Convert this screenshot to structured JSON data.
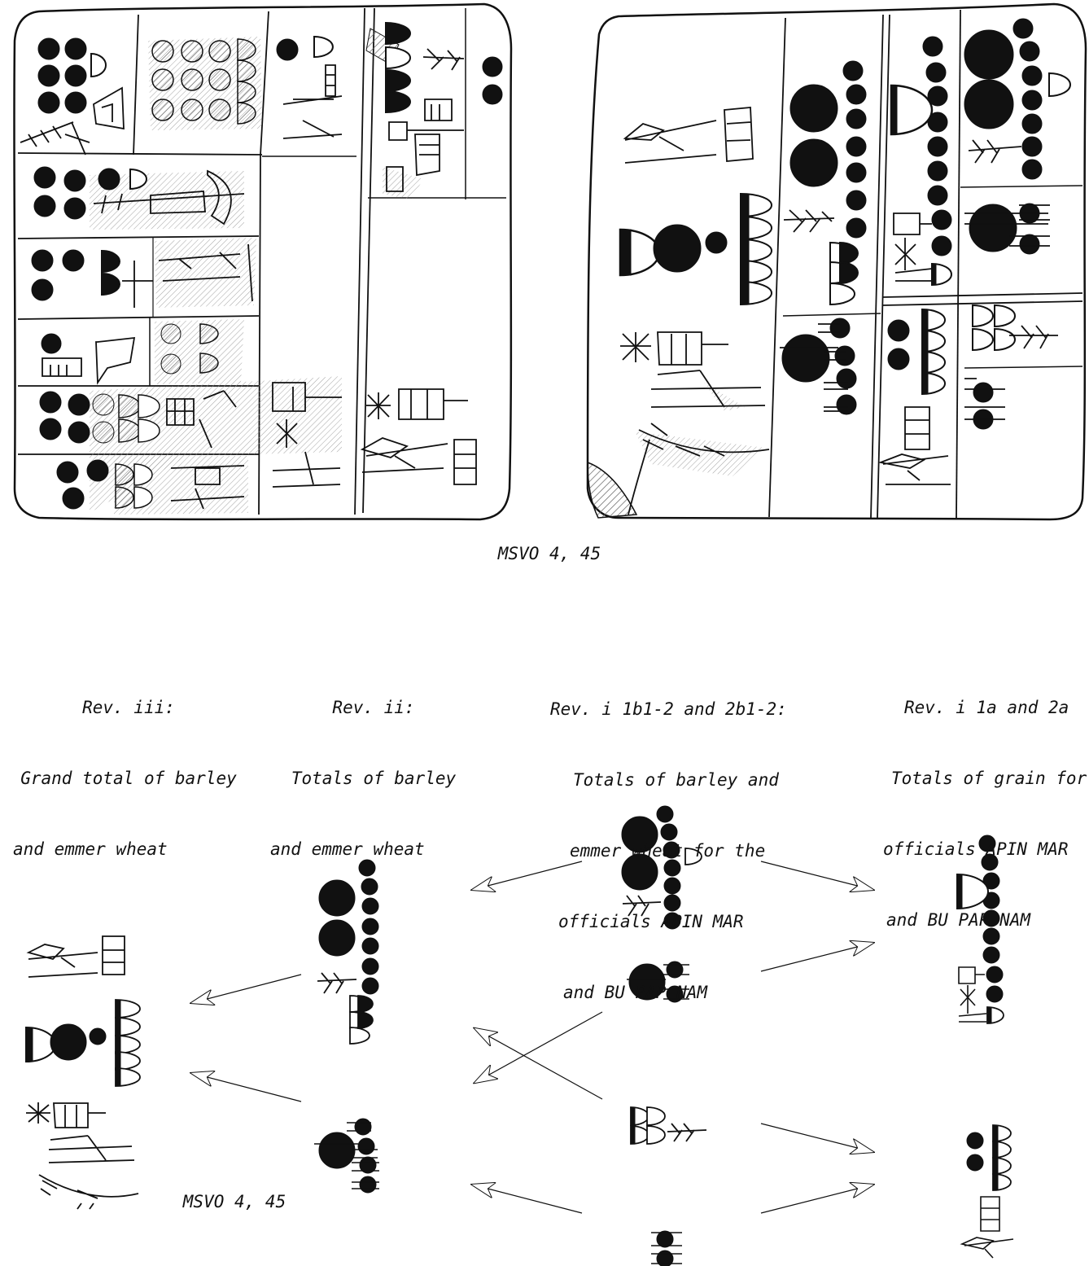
{
  "tablet_caption": "MSVO 4, 45",
  "diagram_caption": "MSVO 4, 45",
  "columns": [
    {
      "id": "rev-iii",
      "lines": [
        "Rev. iii:",
        "Grand total of barley",
        "and emmer wheat"
      ]
    },
    {
      "id": "rev-ii",
      "lines": [
        "Rev. ii:",
        "Totals of barley",
        "and emmer wheat"
      ]
    },
    {
      "id": "rev-i-1b",
      "lines": [
        "Rev. i 1b1-2 and 2b1-2:",
        "Totals of barley and",
        "emmer wheat for the",
        "officials APIN MAR",
        "and BU PAP NAM"
      ]
    },
    {
      "id": "rev-i-1a",
      "lines": [
        "Rev. i 1a and 2a",
        "Totals of grain for",
        "officials APIN MAR",
        "and BU PAP NAM"
      ]
    }
  ],
  "subscripts": {
    "a": "a",
    "two": "2"
  },
  "colors": {
    "ink": "#111111",
    "hatch": "#777777",
    "background": "#ffffff"
  }
}
